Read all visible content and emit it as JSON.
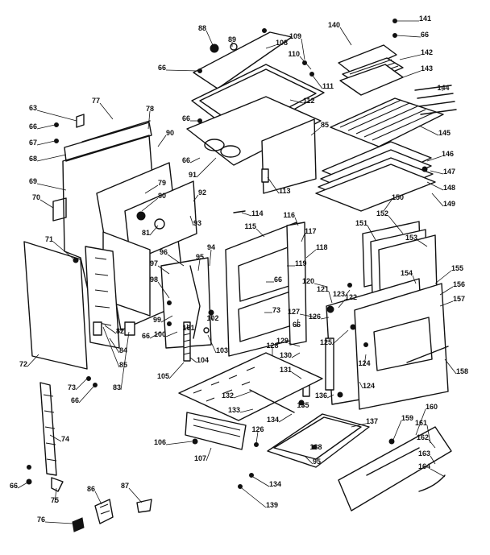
{
  "labels": [
    "63",
    "66",
    "67",
    "68",
    "69",
    "70",
    "71",
    "72",
    "73",
    "66",
    "74",
    "66",
    "75",
    "76",
    "77",
    "78",
    "90",
    "79",
    "80",
    "81",
    "92",
    "93",
    "84",
    "85",
    "82",
    "83",
    "86",
    "87",
    "88",
    "89",
    "66",
    "108",
    "66",
    "112",
    "66",
    "91",
    "85",
    "113",
    "109",
    "110",
    "111",
    "140",
    "141",
    "66",
    "142",
    "143",
    "144",
    "145",
    "146",
    "147",
    "148",
    "149",
    "114",
    "115",
    "116",
    "117",
    "118",
    "119",
    "66",
    "73",
    "94",
    "95",
    "96",
    "97",
    "98",
    "99",
    "100",
    "101",
    "102",
    "103",
    "104",
    "105",
    "66",
    "66",
    "120",
    "121",
    "122",
    "123",
    "127",
    "126",
    "125",
    "129",
    "130",
    "131",
    "124",
    "128",
    "132",
    "133",
    "134",
    "135",
    "106",
    "107",
    "126",
    "95",
    "138",
    "134",
    "139",
    "137",
    "136",
    "124",
    "151",
    "152",
    "153",
    "154",
    "155",
    "156",
    "157",
    "158",
    "159",
    "160",
    "161",
    "162",
    "163",
    "164",
    "150"
  ]
}
